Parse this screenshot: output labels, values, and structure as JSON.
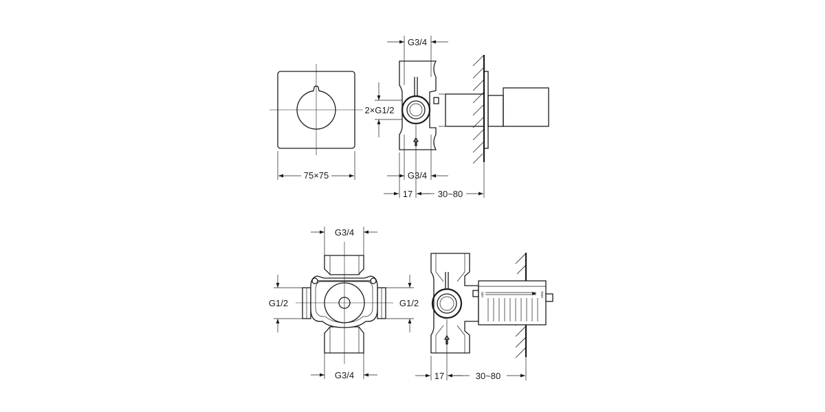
{
  "views": {
    "front_cover": {
      "size_label": "75×75"
    },
    "side_valve_top": {
      "top_connection": "G3/4",
      "side_connection": "2×G1/2",
      "bottom_connection": "G3/4",
      "depth_fixed": "17",
      "depth_range": "30~80"
    },
    "body_front": {
      "top_connection": "G3/4",
      "left_connection": "G1/2",
      "right_connection": "G1/2",
      "bottom_connection": "G3/4"
    },
    "side_valve_bottom": {
      "depth_fixed": "17",
      "depth_range": "30~80",
      "guide_min_text": "min",
      "guide_max_text": "max"
    }
  }
}
